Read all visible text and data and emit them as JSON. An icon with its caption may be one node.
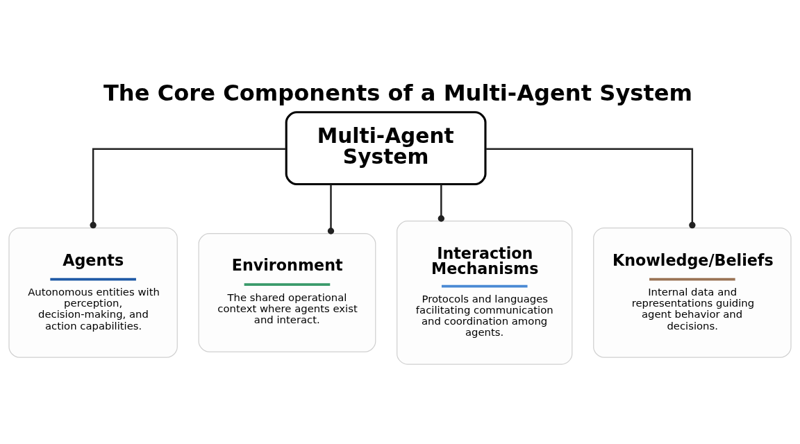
{
  "diagram": {
    "title": "The Core Components of a Multi-Agent System",
    "nodes": [
      {
        "text": [
          "Multi-Agent System"
        ]
      },
      {
        "text": [
          "Agents",
          "Autonomous entities with perception, decision-making, and action capabilities."
        ]
      },
      {
        "text": [
          "Environment",
          "The shared operational context where agents exist and interact."
        ]
      },
      {
        "text": [
          "Interaction Mechanisms",
          "Protocols and languages facilitating communication and coordination among agents."
        ]
      },
      {
        "text": [
          "Knowledge/Beliefs",
          "Internal data and representations guiding agent behavior and decisions."
        ]
      }
    ],
    "edges": [
      {
        "from": 0,
        "to": 1,
        "arrow": "other"
      },
      {
        "from": 0,
        "to": 2,
        "arrow": "other"
      },
      {
        "from": 0,
        "to": 3,
        "arrow": "other"
      },
      {
        "from": 0,
        "to": 4,
        "arrow": "other"
      }
    ]
  }
}
